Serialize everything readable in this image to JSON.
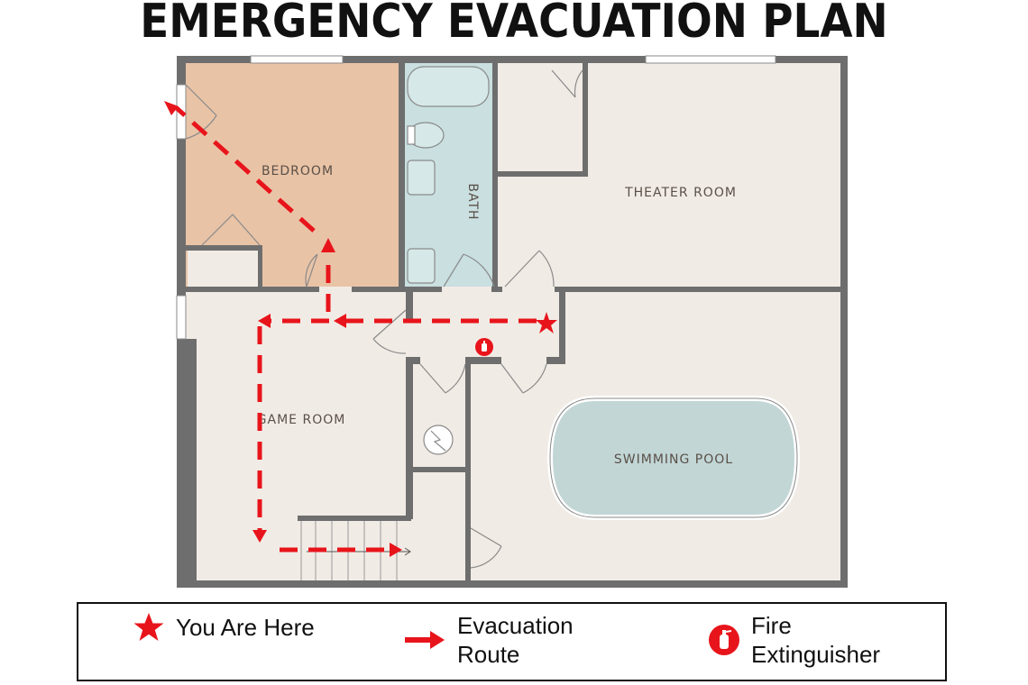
{
  "title": "EMERGENCY EVACUATION PLAN",
  "rooms": {
    "bedroom": "BEDROOM",
    "bath": "BATH",
    "theater": "THEATER ROOM",
    "game": "GAME ROOM",
    "pool": "SWIMMING POOL"
  },
  "legend": {
    "you_are_here": "You Are Here",
    "evacuation_route": "Evacuation Route",
    "fire_extinguisher": "Fire Extinguisher"
  },
  "colors": {
    "route": "#e8141b",
    "wall": "#6e6e6e",
    "floor": "#f1ebe5",
    "bedroom_floor": "#e9c3a6",
    "bath_floor": "#c9dfe0",
    "pool_water": "#c2d6d6"
  },
  "icons": {
    "you_are_here": "star-icon",
    "evacuation_route": "arrow-right-icon",
    "fire_extinguisher": "fire-extinguisher-icon"
  }
}
